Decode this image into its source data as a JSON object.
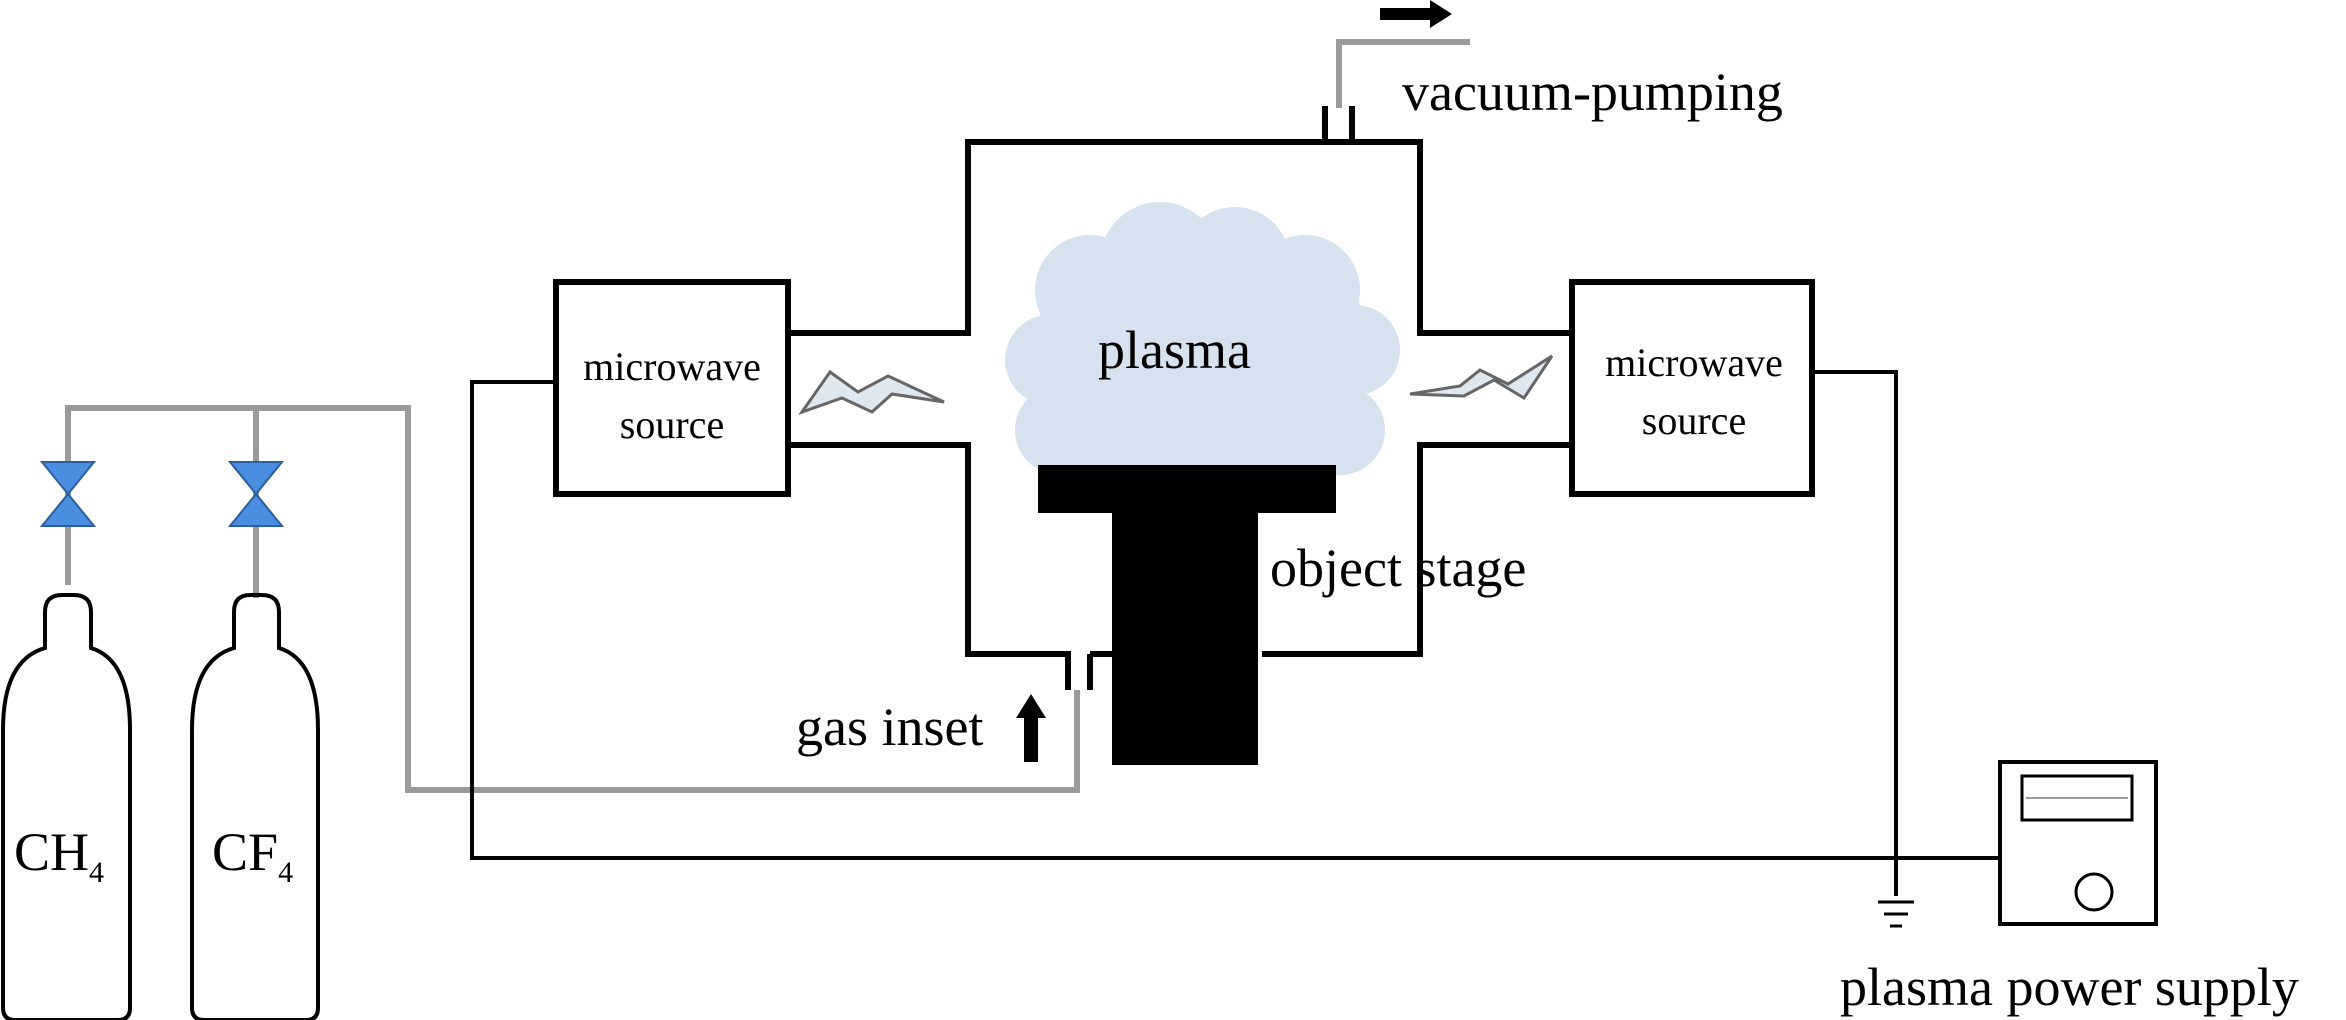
{
  "labels": {
    "vacuum": "vacuum-pumping",
    "plasma": "plasma",
    "microwave_left_line1": "microwave",
    "microwave_left_line2": "source",
    "microwave_right_line1": "microwave",
    "microwave_right_line2": "source",
    "object_stage": "object  stage",
    "gas_inlet": "gas  inset",
    "power_supply": "plasma  power  supply"
  },
  "cylinders": [
    {
      "gas": "CH",
      "subscript": "4"
    },
    {
      "gas": "CF",
      "subscript": "4"
    }
  ],
  "colors": {
    "line": "#000000",
    "gas_line": "#9a9a9a",
    "valve": "#4a8fdf",
    "plasma_cloud": "#d6e2ef",
    "spark": "#dfe7ef"
  }
}
